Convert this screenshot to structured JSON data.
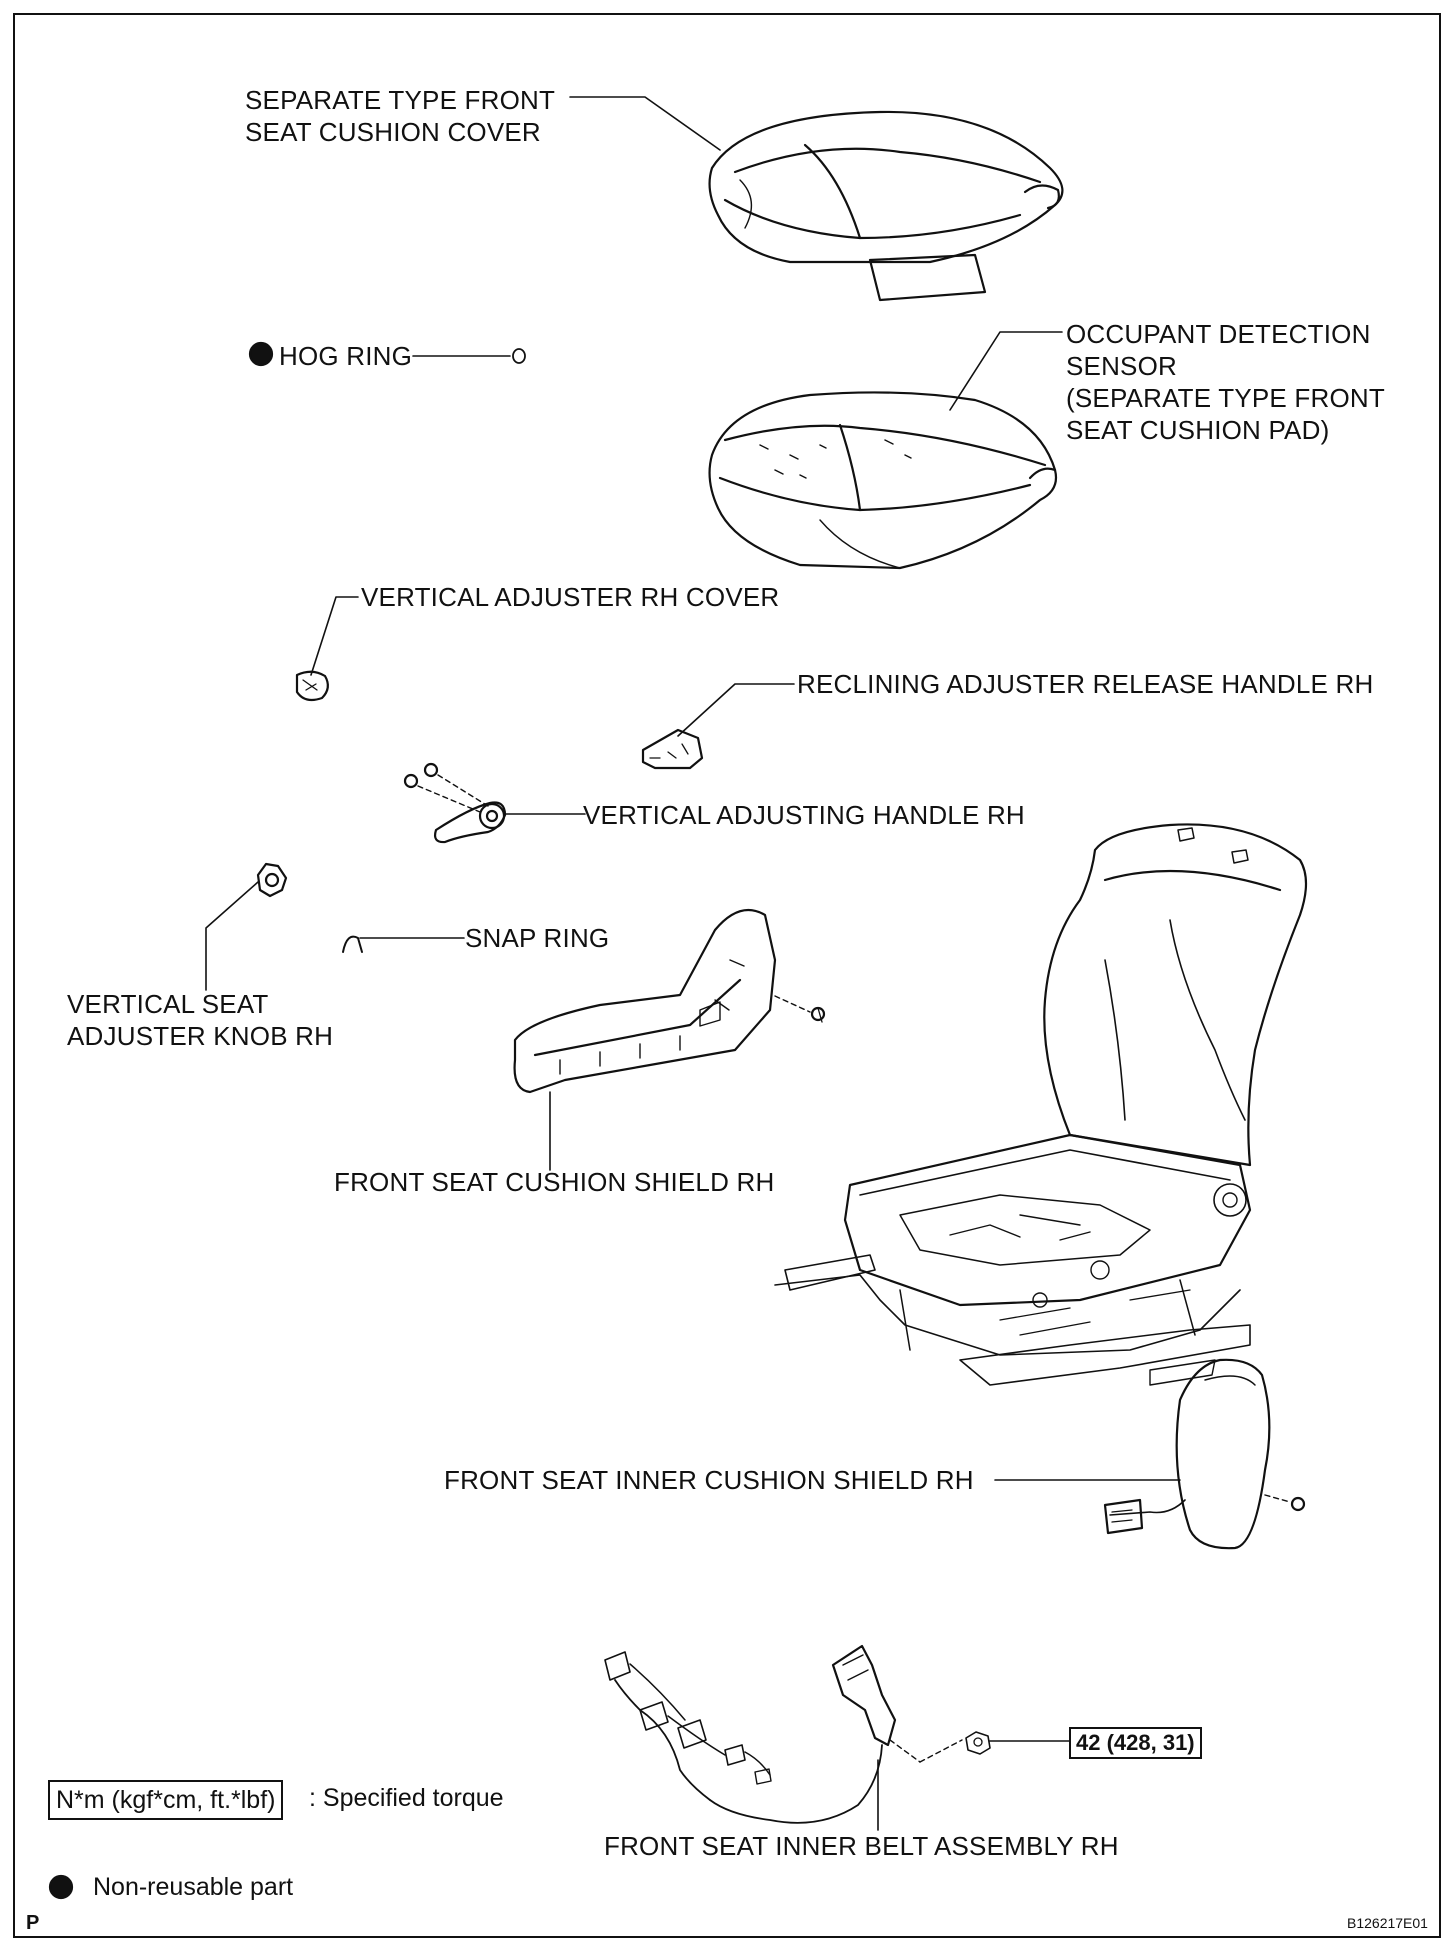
{
  "labels": {
    "seat_cushion_cover": "SEPARATE TYPE FRONT\nSEAT CUSHION COVER",
    "hog_ring": "HOG RING",
    "occupant_sensor": "OCCUPANT DETECTION\nSENSOR\n(SEPARATE TYPE FRONT\nSEAT CUSHION PAD)",
    "vertical_adjuster_cover": "VERTICAL ADJUSTER RH COVER",
    "reclining_handle": "RECLINING ADJUSTER RELEASE HANDLE RH",
    "vertical_adjusting_handle": "VERTICAL ADJUSTING HANDLE RH",
    "snap_ring": "SNAP RING",
    "vertical_seat_knob": "VERTICAL SEAT\nADJUSTER KNOB RH",
    "cushion_shield": "FRONT SEAT CUSHION SHIELD RH",
    "inner_cushion_shield": "FRONT SEAT INNER CUSHION SHIELD RH",
    "inner_belt": "FRONT SEAT INNER BELT ASSEMBLY RH"
  },
  "torque": "42 (428, 31)",
  "legend": {
    "torque_unit": "N*m (kgf*cm, ft.*lbf)",
    "torque_desc": ": Specified torque",
    "nonreusable": "Non-reusable part"
  },
  "footer": {
    "page_mark": "P",
    "code": "B126217E01"
  }
}
